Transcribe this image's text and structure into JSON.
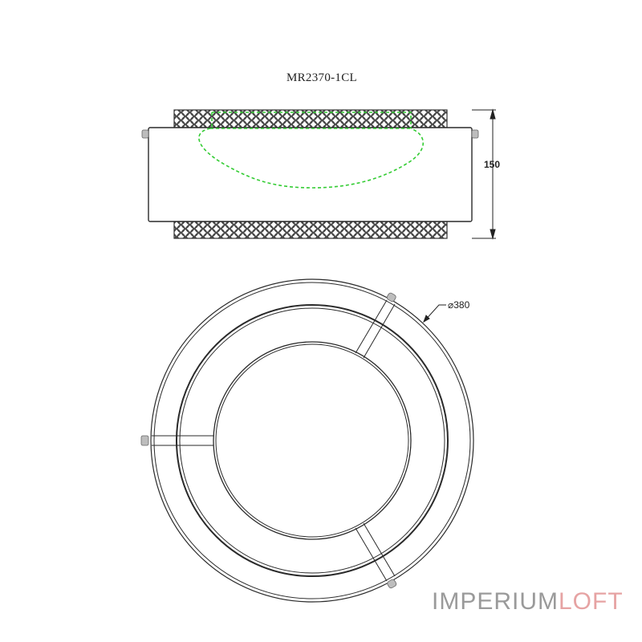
{
  "drawing": {
    "model": "MR2370-1CL",
    "dimensions": {
      "height_label": "150",
      "diameter_label": "⌀380"
    },
    "views": [
      "side-elevation",
      "top-plan"
    ],
    "colors": {
      "line": "#2a2a2a",
      "hidden_line": "#33cc33",
      "mesh": "#444444"
    }
  },
  "watermark": {
    "part1": "IMPERIUM",
    "part2": "LOFT",
    "color1": "#9a9a9a",
    "color2": "#e6a3a3"
  }
}
